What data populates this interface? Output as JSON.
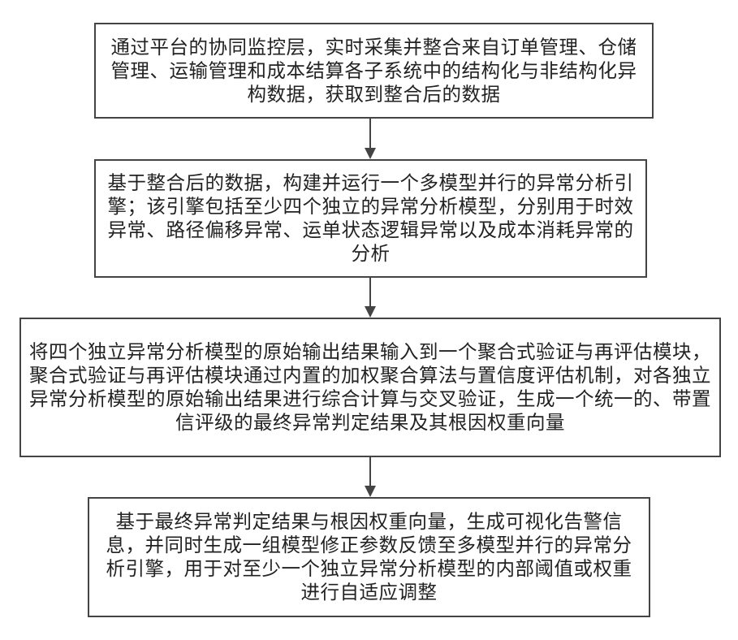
{
  "flowchart": {
    "steps": [
      {
        "text": "通过平台的协同监控层，实时采集并整合来自订单管理、仓储管理、运输管理和成本结算各子系统中的结构化与非结构化异构数据，获取到整合后的数据"
      },
      {
        "text": "基于整合后的数据，构建并运行一个多模型并行的异常分析引擎；该引擎包括至少四个独立的异常分析模型，分别用于时效异常、路径偏移异常、运单状态逻辑异常以及成本消耗异常的分析"
      },
      {
        "text": "将四个独立异常分析模型的原始输出结果输入到一个聚合式验证与再评估模块，聚合式验证与再评估模块通过内置的加权聚合算法与置信度评估机制，对各独立异常分析模型的原始输出结果进行综合计算与交叉验证，生成一个统一的、带置信评级的最终异常判定结果及其根因权重向量"
      },
      {
        "text": "基于最终异常判定结果与根因权重向量，生成可视化告警信息，并同时生成一组模型修正参数反馈至多模型并行的异常分析引擎，用于对至少一个独立异常分析模型的内部阈值或权重进行自适应调整"
      }
    ]
  }
}
